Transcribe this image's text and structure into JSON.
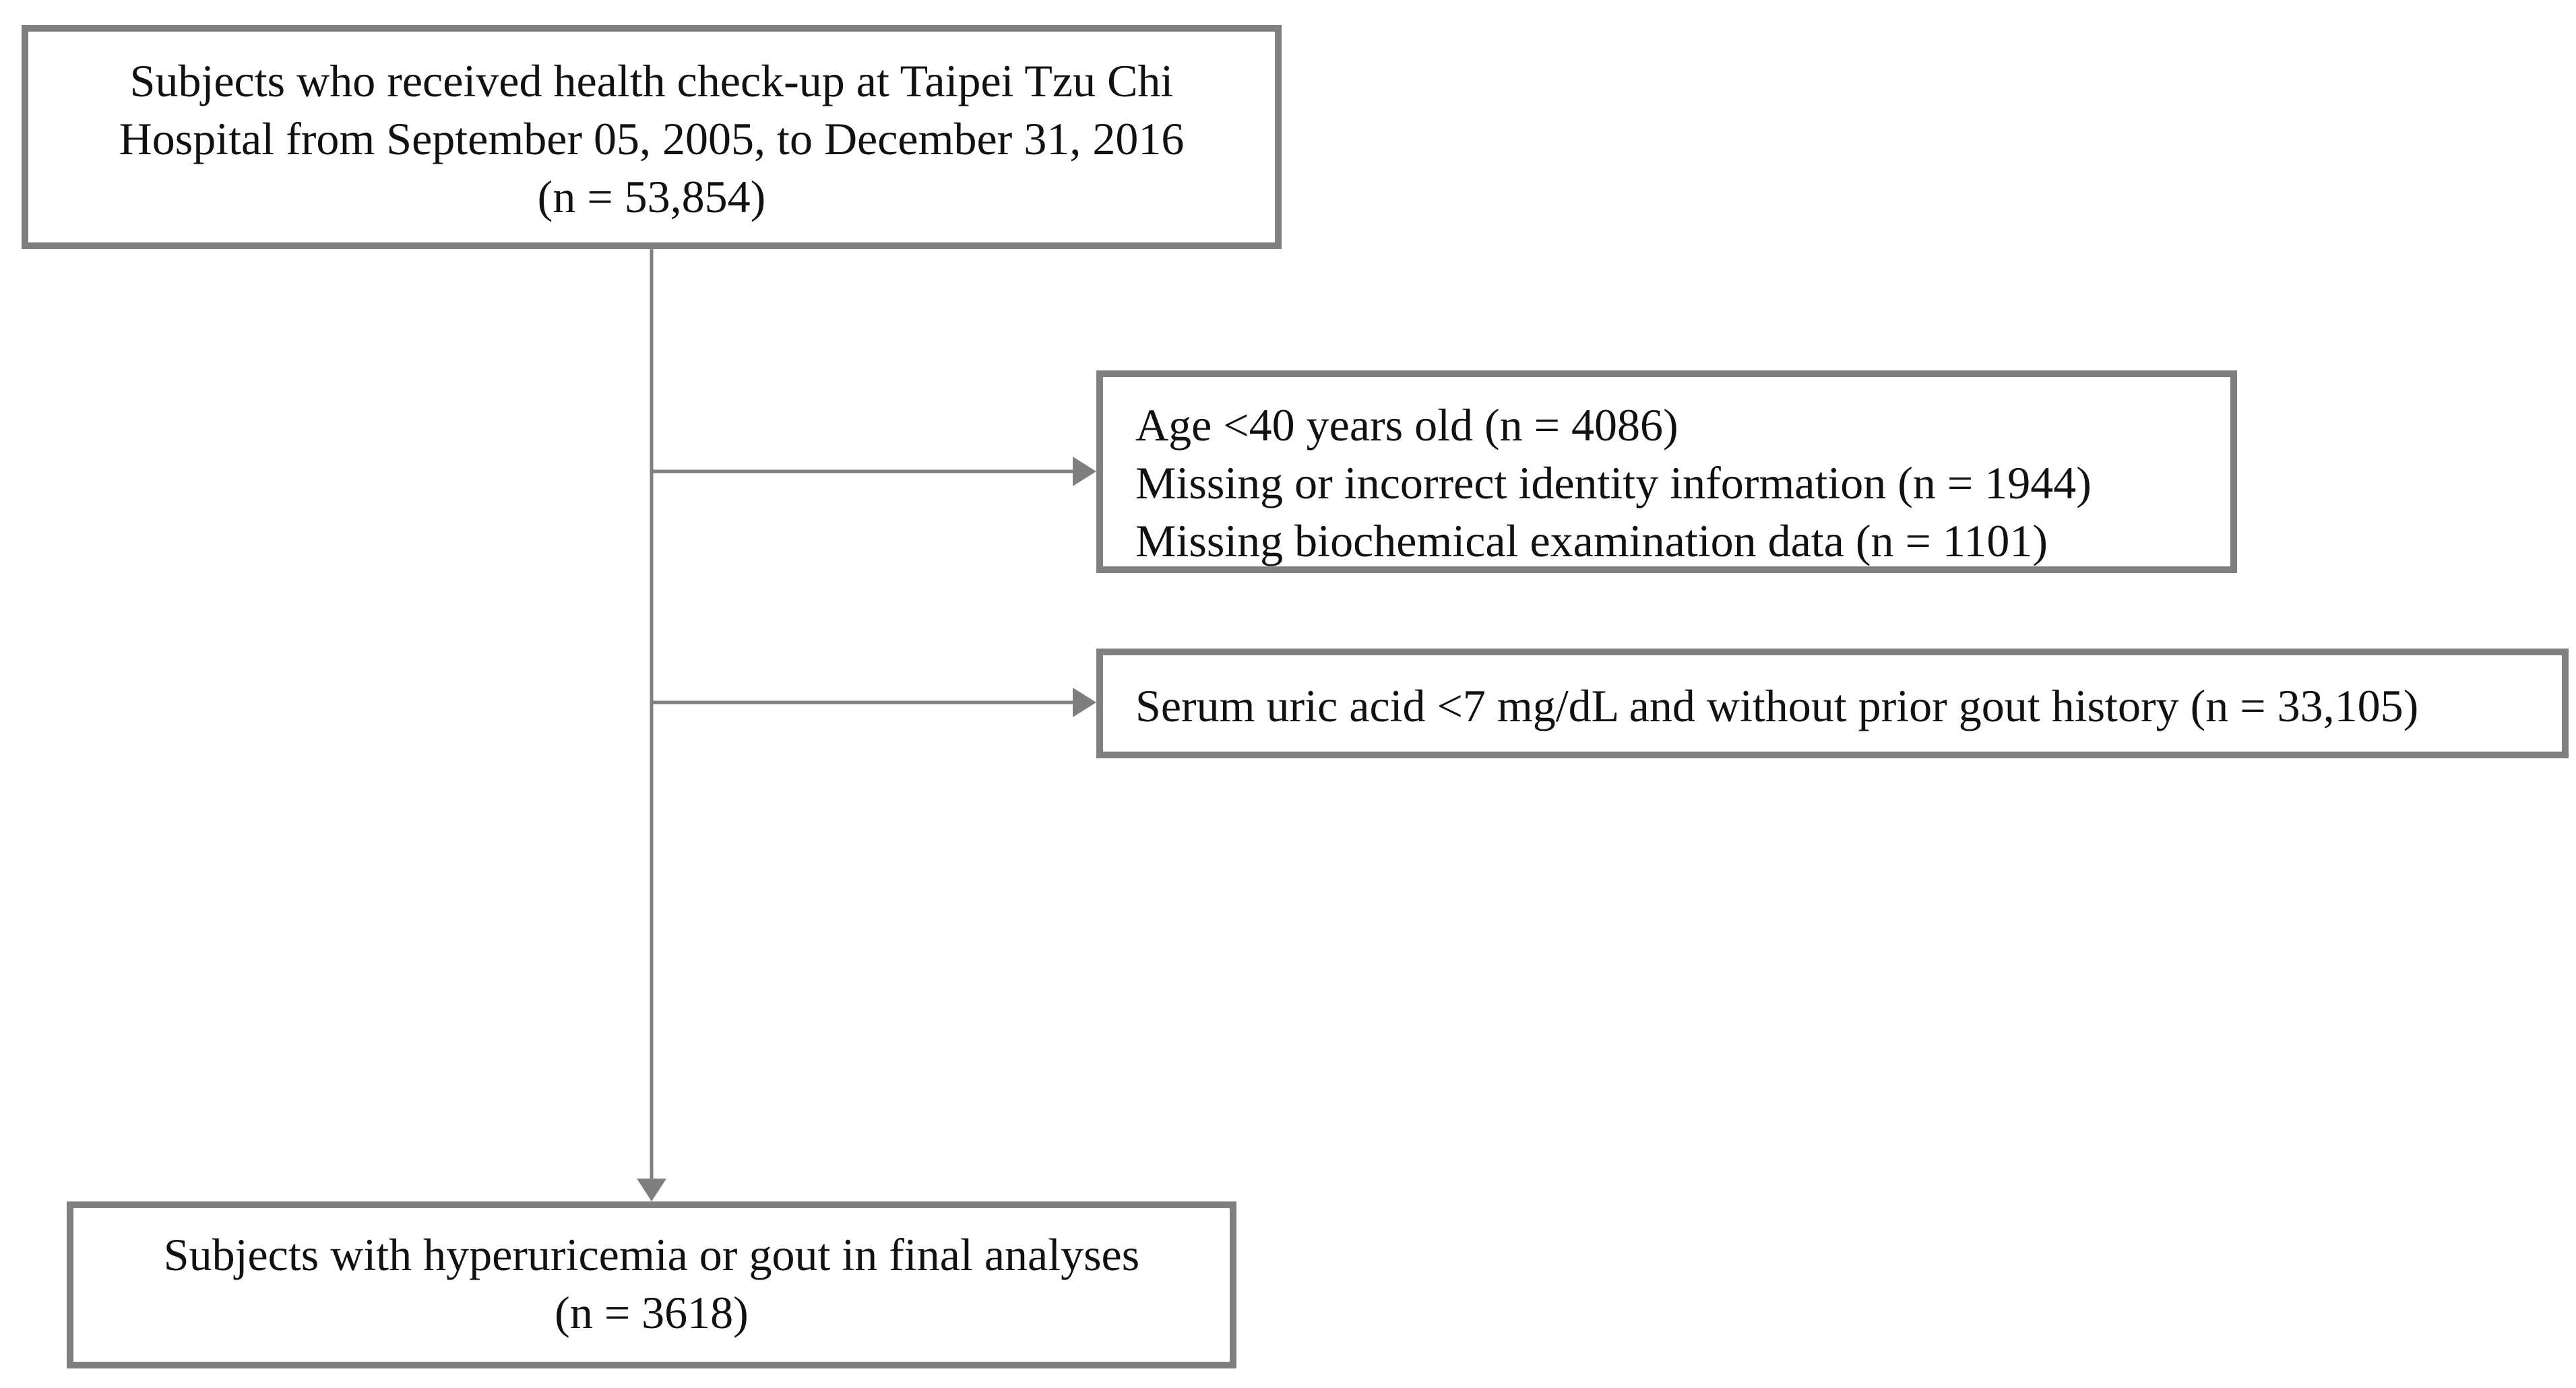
{
  "flowchart": {
    "start": {
      "lines": [
        "Subjects who received health check-up at Taipei Tzu Chi",
        "Hospital from September 05, 2005, to December 31, 2016",
        "(n = 53,854)"
      ]
    },
    "exclusion_1": {
      "lines": [
        "Age <40 years old (n = 4086)",
        "Missing or incorrect identity information (n = 1944)",
        "Missing biochemical examination data (n = 1101)"
      ]
    },
    "exclusion_2": {
      "lines": [
        "Serum uric acid <7 mg/dL and without prior gout history (n = 33,105)"
      ]
    },
    "final": {
      "lines": [
        "Subjects with hyperuricemia or gout in final analyses",
        "(n = 3618)"
      ]
    }
  },
  "colors": {
    "border": "#7f7f7f",
    "arrow": "#7f7f7f",
    "text": "#111111",
    "background": "#ffffff"
  }
}
